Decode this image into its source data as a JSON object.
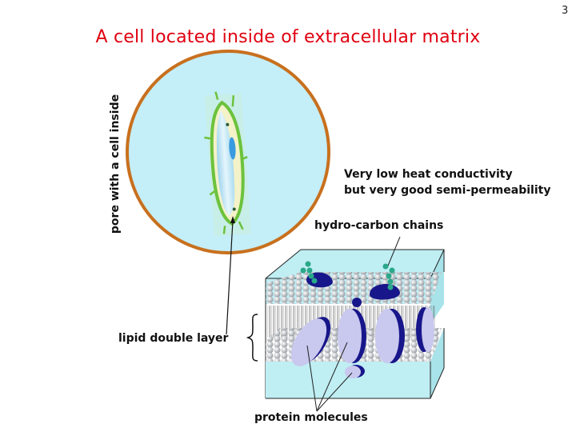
{
  "slide": {
    "number": "3",
    "title": "A cell located inside of extracellular matrix"
  },
  "labels": {
    "pore": "pore with a cell inside",
    "note_line1": "Very  low heat  conductivity",
    "note_line2": "but very good semi-permeability",
    "hydrocarbon": "hydro-carbon chains",
    "lipid": "lipid double layer",
    "protein": "protein molecules"
  },
  "colors": {
    "title": "#e00010",
    "pore_fill": "#c4eef8",
    "pore_border": "#c8701e",
    "cell_membrane": "#7ccc4a",
    "matrix_fill": "#bfeef3",
    "protein_light": "#c9c8ee",
    "protein_dark": "#17168a",
    "glyco": "#2aa88a"
  },
  "icons": {
    "brace": "left-curly-brace"
  }
}
